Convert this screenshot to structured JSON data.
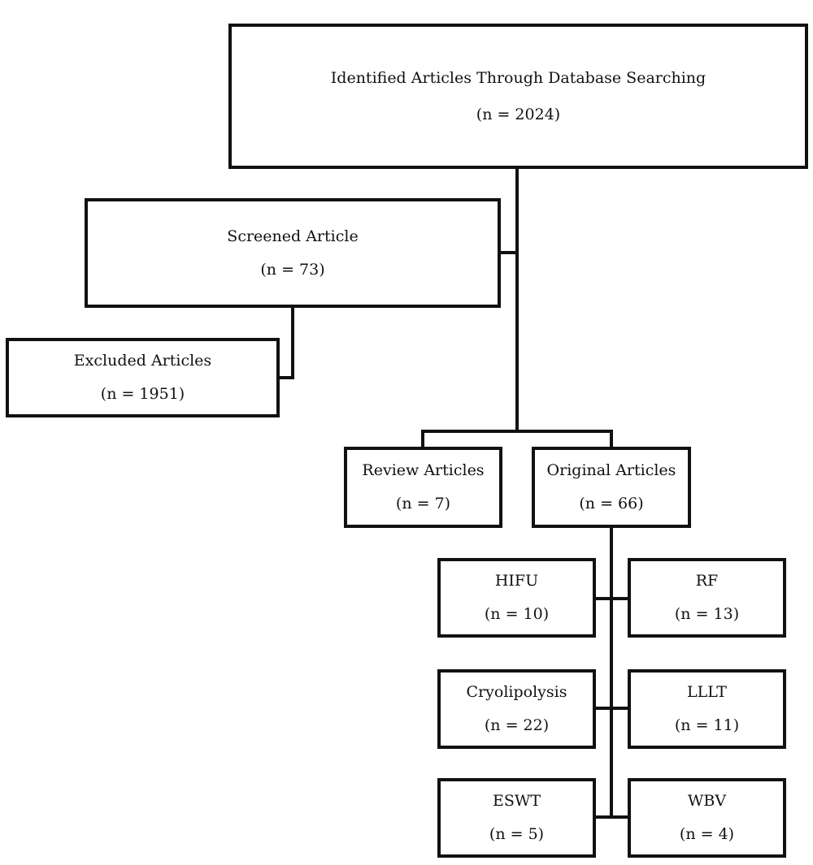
{
  "boxes": {
    "identified": {
      "title": "Identified Articles Through Database Searching",
      "count": "(n = 2024)"
    },
    "screened": {
      "title": "Screened Article",
      "count": "(n = 73)"
    },
    "excluded": {
      "title": "Excluded Articles",
      "count": "(n = 1951)"
    },
    "review": {
      "title": "Review Articles",
      "count": "(n = 7)"
    },
    "original": {
      "title": "Original Articles",
      "count": "(n = 66)"
    },
    "hifu": {
      "title": "HIFU",
      "count": "(n = 10)"
    },
    "rf": {
      "title": "RF",
      "count": "(n = 13)"
    },
    "cryolipolysis": {
      "title": "Cryolipolysis",
      "count": "(n = 22)"
    },
    "lllt": {
      "title": "LLLT",
      "count": "(n = 11)"
    },
    "eswt": {
      "title": "ESWT",
      "count": "(n = 5)"
    },
    "wbv": {
      "title": "WBV",
      "count": "(n = 4)"
    }
  },
  "colors": {
    "line": "#111111",
    "background": "#ffffff"
  }
}
